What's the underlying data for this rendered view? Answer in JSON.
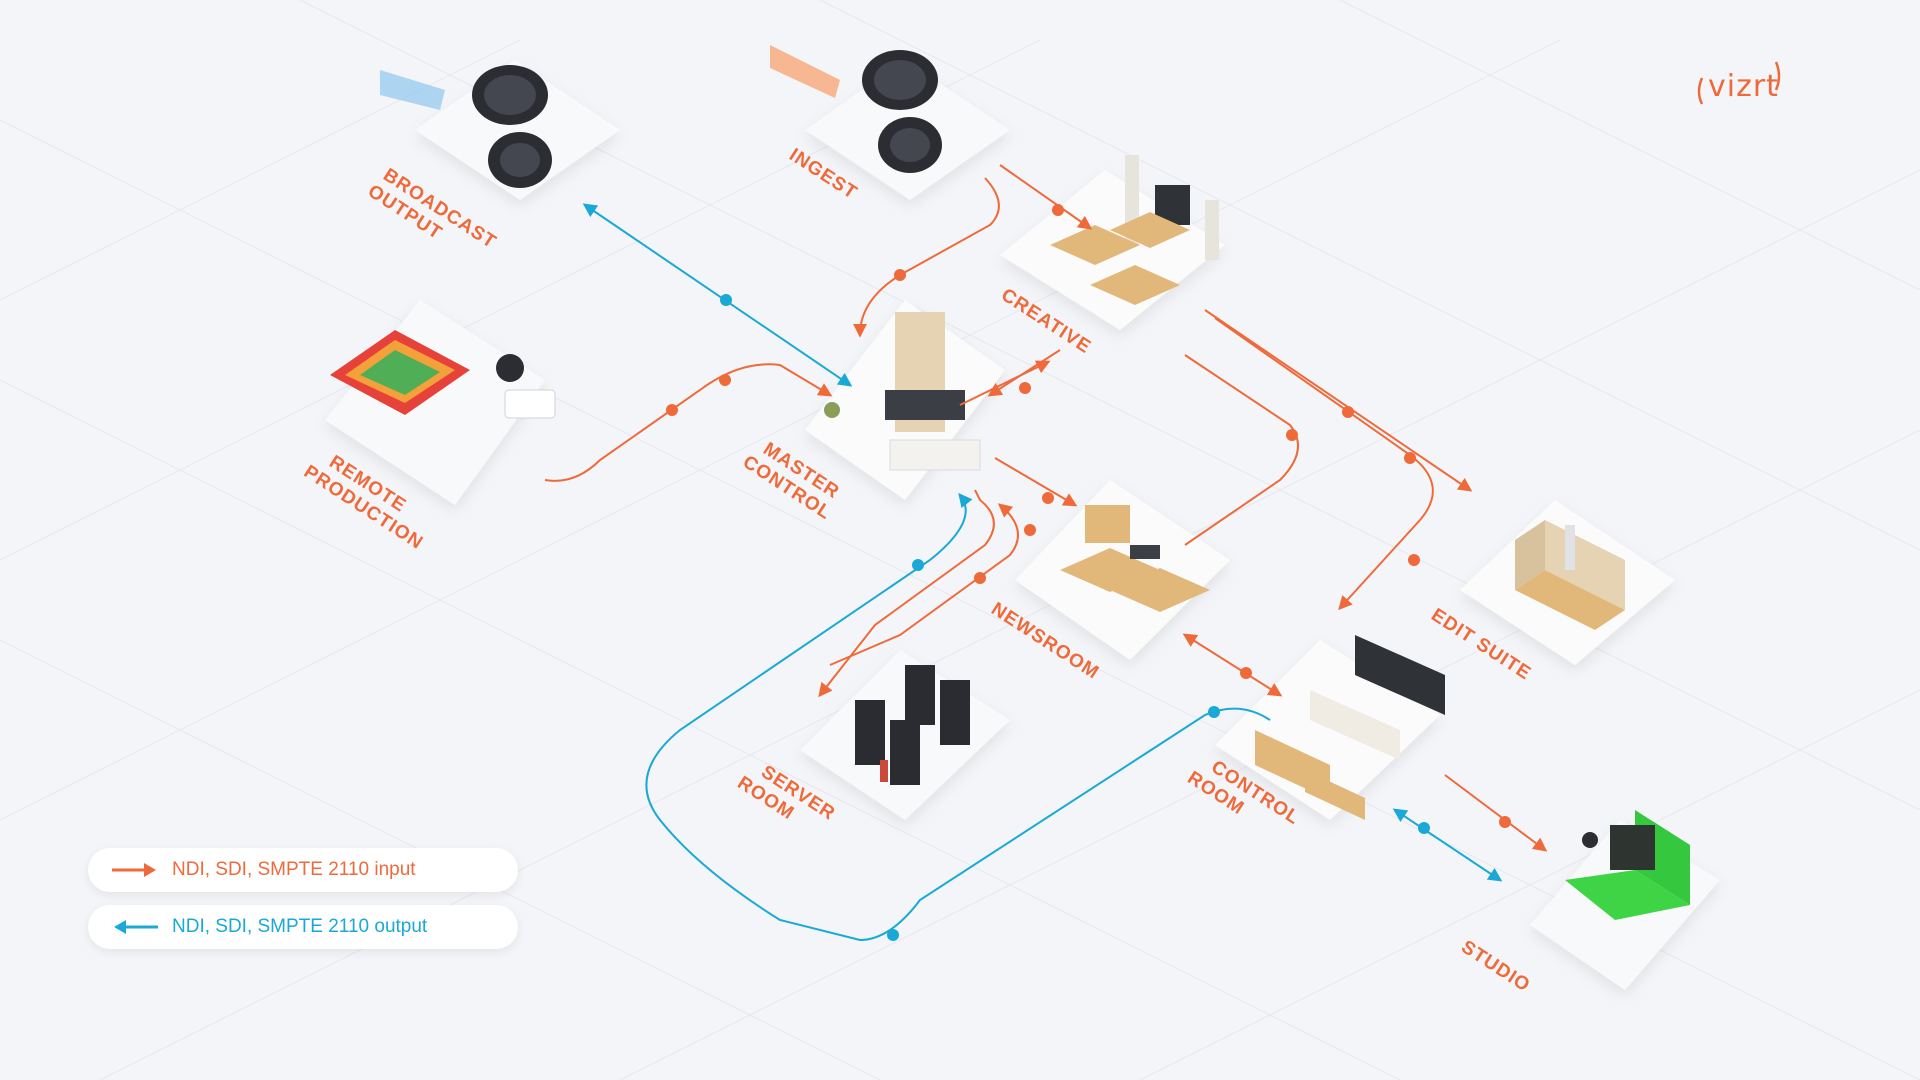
{
  "brand": {
    "logo_text": "vizrt",
    "accent": "#ef6a3a",
    "output_color": "#1aa9d6"
  },
  "zones": {
    "broadcast_output": [
      "BROADCAST",
      "OUTPUT"
    ],
    "ingest": [
      "INGEST"
    ],
    "creative": [
      "CREATIVE"
    ],
    "remote_production": [
      "REMOTE",
      "PRODUCTION"
    ],
    "master_control": [
      "MASTER",
      "CONTROL"
    ],
    "newsroom": [
      "NEWSROOM"
    ],
    "edit_suite": [
      "EDIT SUITE"
    ],
    "server_room": [
      "SERVER",
      "ROOM"
    ],
    "control_room": [
      "CONTROL",
      "ROOM"
    ],
    "studio": [
      "STUDIO"
    ]
  },
  "legend": {
    "input": {
      "label": "NDI, SDI, SMPTE 2110 input",
      "color": "#ef6a3a",
      "icon": "arrow-right-icon"
    },
    "output": {
      "label": "NDI, SDI, SMPTE 2110 output",
      "color": "#1aa9d6",
      "icon": "arrow-left-icon"
    }
  }
}
